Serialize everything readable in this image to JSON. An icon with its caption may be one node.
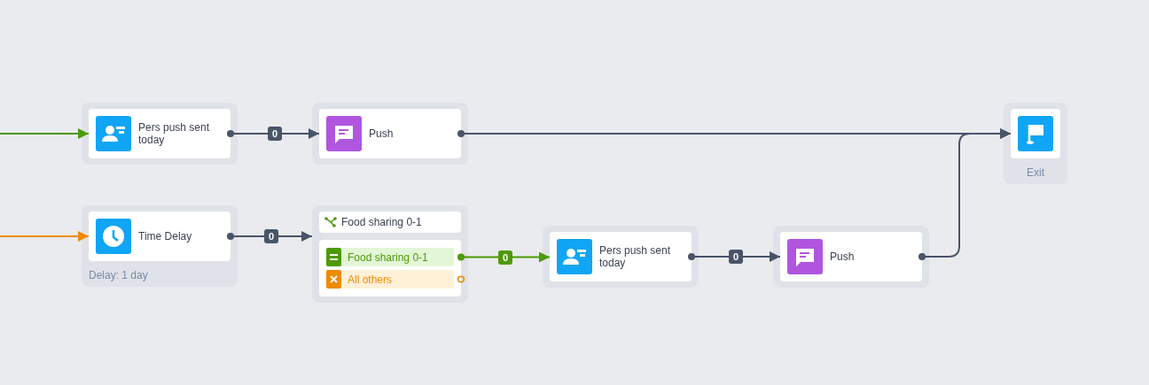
{
  "diagram": {
    "nodes": [
      {
        "text": [
          "Pers push sent today"
        ]
      },
      {
        "text": [
          "Push"
        ]
      },
      {
        "text": [],
        "shape": "box",
        "beside": [
          "Exit"
        ]
      },
      {
        "text": [
          "Time Delay"
        ],
        "beside": [
          "Delay: 1 day"
        ]
      },
      {
        "text": [
          "Food sharing 0-1"
        ]
      },
      {
        "text": [],
        "shape": "box",
        "in": 4
      },
      {
        "text": [
          "Food sharing 0-1"
        ],
        "in": 5
      },
      {
        "text": [
          "All others"
        ],
        "in": 5
      },
      {
        "text": [
          "Pers push sent today"
        ]
      },
      {
        "text": [
          "Push"
        ]
      }
    ],
    "edges": [
      {
        "from": null,
        "to": 0,
        "arrow": "to",
        "color": "#4e9a06"
      },
      {
        "from": 0,
        "to": 1,
        "arrow": "to",
        "label": "0"
      },
      {
        "from": 1,
        "to": 2,
        "arrow": "to"
      },
      {
        "from": null,
        "to": 3,
        "arrow": "to",
        "color": "#f08a00"
      },
      {
        "from": 3,
        "to": 4,
        "arrow": "to",
        "label": "0"
      },
      {
        "from": 6,
        "to": 8,
        "arrow": "to",
        "label": "0",
        "color": "#4e9a06"
      },
      {
        "from": 8,
        "to": 9,
        "arrow": "to",
        "label": "0"
      },
      {
        "from": 9,
        "to": 2,
        "arrow": "to"
      }
    ]
  }
}
